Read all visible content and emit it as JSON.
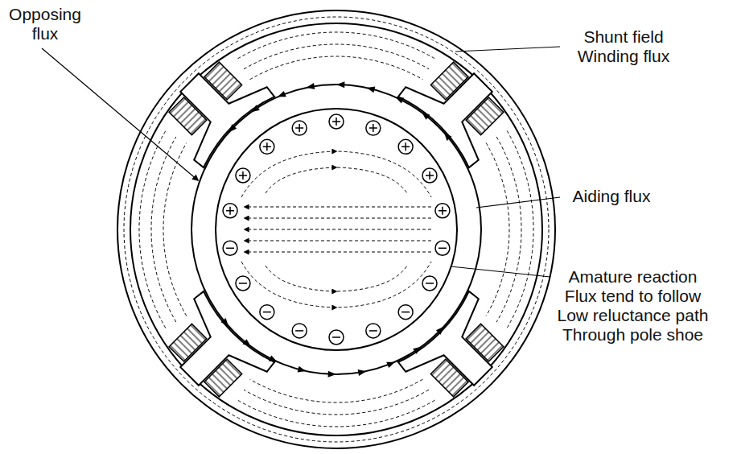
{
  "diagram": {
    "labels": [
      "Opposing flux",
      "Shunt field Winding flux",
      "Aiding flux",
      "Amature reaction Flux tend to follow Low reluctance path Through pole shoe"
    ]
  }
}
